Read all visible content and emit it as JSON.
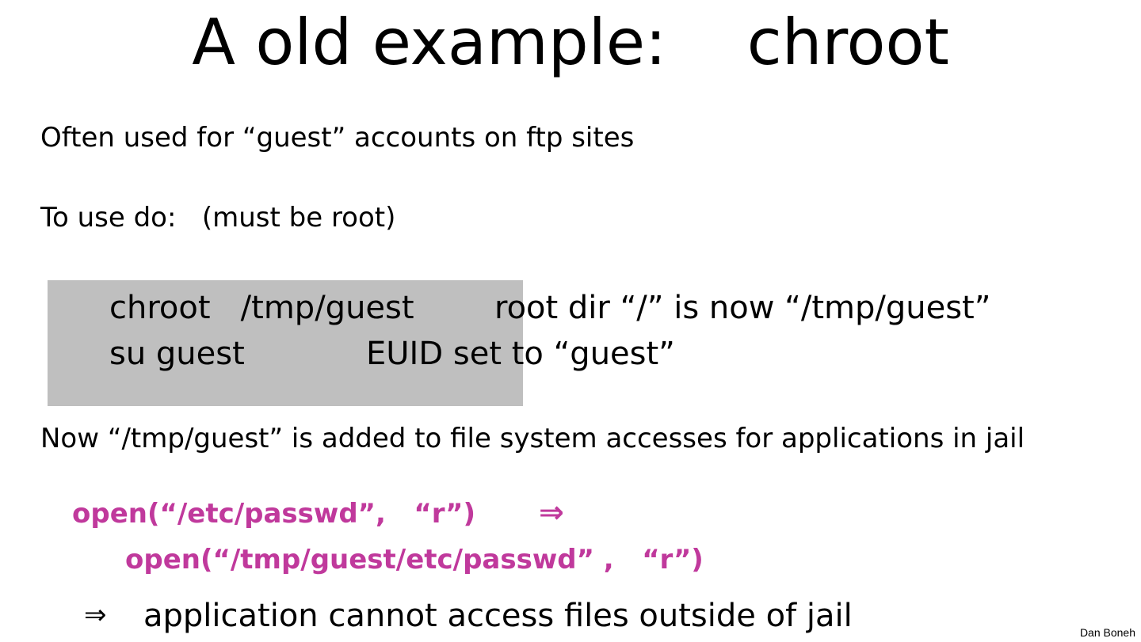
{
  "slide": {
    "title": "A old example:    chroot",
    "line1": "Often used for “guest” accounts on ftp sites",
    "line2": "To use do:   (must be root)",
    "commands": [
      {
        "command": "chroot   /tmp/guest",
        "note": "root dir “/” is now “/tmp/guest”"
      },
      {
        "command": "su guest",
        "note": "EUID set to “guest”"
      }
    ],
    "now_text": "Now  “/tmp/guest”  is added to file system accesses for applications in jail",
    "code_line1": "open(“/etc/passwd”,   “r”)",
    "implies_arrow": "⇒",
    "code_line2": "open(“/tmp/guest/etc/passwd” ,   “r”)",
    "conclusion_arrow": "⇒",
    "conclusion": "application cannot access files outside of jail",
    "credit": "Dan Boneh"
  },
  "colors": {
    "code_highlight": "#c0399c",
    "command_box": "#bfbfbf"
  }
}
